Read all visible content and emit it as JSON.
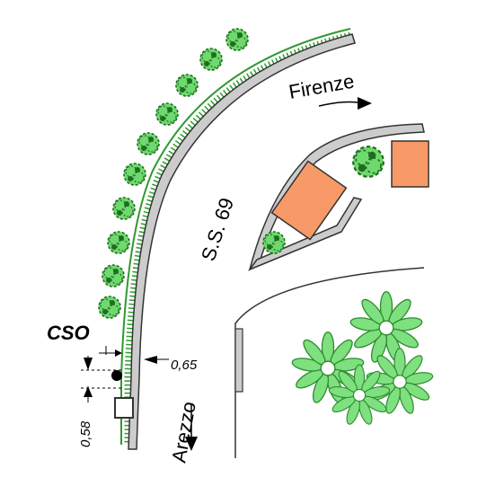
{
  "labels": {
    "firenze": "Firenze",
    "arezzo": "Arezzo",
    "road": "S.S. 69",
    "cso": "CSO",
    "dim_065": "0,65",
    "dim_058": "0,58"
  },
  "colors": {
    "road_edge": "#c8c8c8",
    "grass": "#2f9a2f",
    "foliage_dark": "#2e8b2e",
    "foliage_light": "#7ee07e",
    "building": "#f79a68",
    "ink": "#000000"
  },
  "icons": {
    "cso_marker": "filled-circle",
    "tree": "tree-canopy-icon",
    "direction": "arrow-icon"
  }
}
